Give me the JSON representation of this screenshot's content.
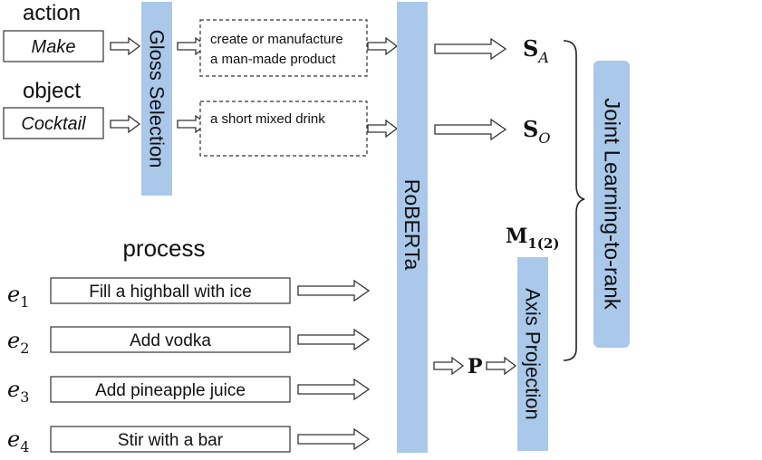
{
  "labels": {
    "action": "action",
    "object": "object",
    "process": "process"
  },
  "inputs": {
    "action_value": "Make",
    "object_value": "Cocktail"
  },
  "glosses": {
    "action_line1": "create or manufacture",
    "action_line2": "a man-made product",
    "object_line1": "a short mixed drink"
  },
  "modules": {
    "gloss_selection": "Gloss Selection",
    "roberta": "RoBERTa",
    "axis_projection": "Axis Projection",
    "joint_learning": "Joint Learning-to-rank"
  },
  "steps": [
    {
      "var": "e",
      "sub": "1",
      "text": "Fill a highball with ice"
    },
    {
      "var": "e",
      "sub": "2",
      "text": "Add vodka"
    },
    {
      "var": "e",
      "sub": "3",
      "text": "Add pineapple juice"
    },
    {
      "var": "e",
      "sub": "4",
      "text": "Stir with a bar"
    }
  ],
  "symbols": {
    "s_base": "S",
    "s_a_sub": "A",
    "s_o_sub": "O",
    "m_base": "M",
    "m_sub": "1(2)",
    "p": "P"
  },
  "colors": {
    "module_fill": "#a9c8ea",
    "stroke": "#333333"
  }
}
